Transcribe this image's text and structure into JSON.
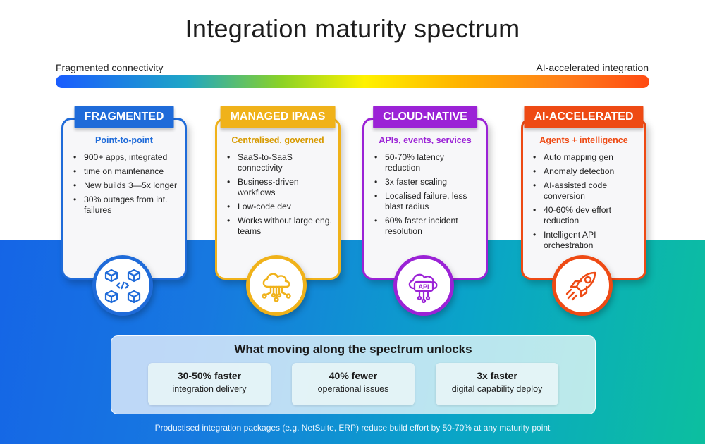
{
  "title": "Integration maturity spectrum",
  "spectrum": {
    "left_label": "Fragmented connectivity",
    "right_label": "AI-accelerated integration"
  },
  "stages": [
    {
      "tag": "FRAGMENTED",
      "subtitle": "Point-to-point",
      "color": "#1f6bd9",
      "icon": "cubes-code-icon",
      "bullets": [
        "900+ apps, integrated",
        "time on maintenance",
        "New builds 3—5x longer",
        "30% outages from int. failures"
      ]
    },
    {
      "tag": "MANAGED IPAAS",
      "subtitle": "Centralised, governed",
      "color": "#f0b21a",
      "icon": "cloud-network-icon",
      "bullets": [
        "SaaS-to-SaaS connectivity",
        "Business-driven workflows",
        "Low-code dev",
        "Works without large eng. teams"
      ]
    },
    {
      "tag": "CLOUD-NATIVE",
      "subtitle": "APIs, events, services",
      "color": "#9b22d6",
      "icon": "api-cloud-icon",
      "bullets": [
        "50-70% latency reduction",
        "3x faster scaling",
        "Localised failure, less blast radius",
        "60% faster incident resolution"
      ]
    },
    {
      "tag": "AI-ACCELERATED",
      "subtitle": "Agents + intelligence",
      "color": "#ee4a14",
      "icon": "rocket-icon",
      "bullets": [
        "Auto mapping gen",
        "Anomaly detection",
        "AI-assisted code conversion",
        "40-60% dev effort reduction",
        "Intelligent API orchestration"
      ]
    }
  ],
  "unlocks": {
    "title": "What moving along the spectrum unlocks",
    "metrics": [
      {
        "value": "30-50% faster",
        "desc": "integration delivery"
      },
      {
        "value": "40% fewer",
        "desc": "operational issues"
      },
      {
        "value": "3x faster",
        "desc": "digital capability deploy"
      }
    ]
  },
  "footnote": "Productised integration packages (e.g. NetSuite, ERP) reduce build effort by 50-70% at any maturity point"
}
